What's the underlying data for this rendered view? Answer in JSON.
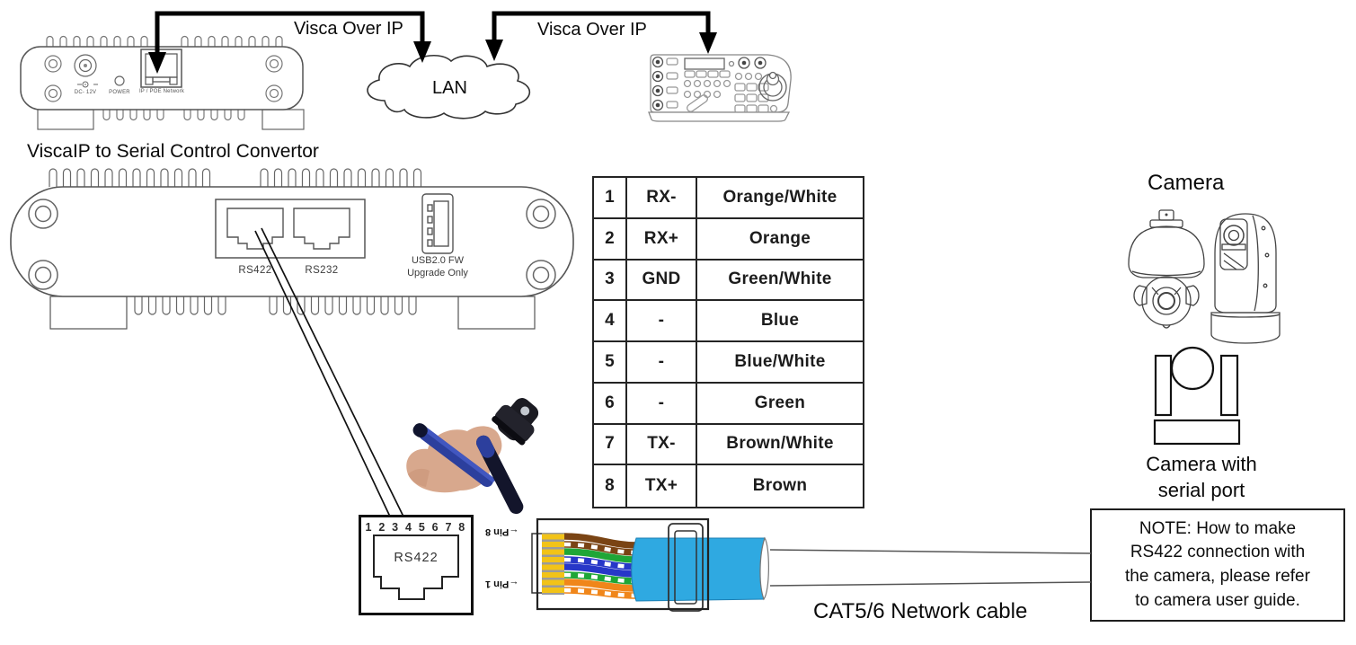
{
  "connections": {
    "visca_over_ip_left": "Visca Over IP",
    "visca_over_ip_right": "Visca Over IP",
    "lan": "LAN"
  },
  "converter": {
    "caption": "ViscaIP to Serial Control Convertor",
    "dc_label": "DC- 12V",
    "power_label": "POWER",
    "network_label": "IP / POE Network",
    "rs422_label": "RS422",
    "rs232_label": "RS232",
    "usb_label_line1": "USB2.0 FW",
    "usb_label_line2": "Upgrade Only"
  },
  "pinout_table": {
    "rows": [
      {
        "pin": "1",
        "signal": "RX-",
        "wire": "Orange/White"
      },
      {
        "pin": "2",
        "signal": "RX+",
        "wire": "Orange"
      },
      {
        "pin": "3",
        "signal": "GND",
        "wire": "Green/White"
      },
      {
        "pin": "4",
        "signal": "-",
        "wire": "Blue"
      },
      {
        "pin": "5",
        "signal": "-",
        "wire": "Blue/White"
      },
      {
        "pin": "6",
        "signal": "-",
        "wire": "Green"
      },
      {
        "pin": "7",
        "signal": "TX-",
        "wire": "Brown/White"
      },
      {
        "pin": "8",
        "signal": "TX+",
        "wire": "Brown"
      }
    ]
  },
  "camera_section": {
    "title": "Camera",
    "caption_line1": "Camera with",
    "caption_line2": "serial port"
  },
  "rj45_plug_diagram": {
    "pin_numbers": "1 2 3 4 5 6 7 8",
    "label": "RS422"
  },
  "cable": {
    "pin8_label": "Pin 8",
    "pin1_label": "Pin 1",
    "arrow": "←",
    "caption": "CAT5/6 Network cable",
    "colors": {
      "jacket": "#2fa9e1",
      "gold": "#f2c318",
      "contact_gap": "#9b9b9b",
      "brown": "#7a4414",
      "green": "#1fa637",
      "blue": "#2737c8",
      "orange": "#f0861a",
      "stripe": "#ffffff"
    }
  },
  "note": {
    "lines": [
      "NOTE: How to make",
      "RS422 connection with",
      "the camera, please refer",
      "to camera user guide."
    ]
  }
}
